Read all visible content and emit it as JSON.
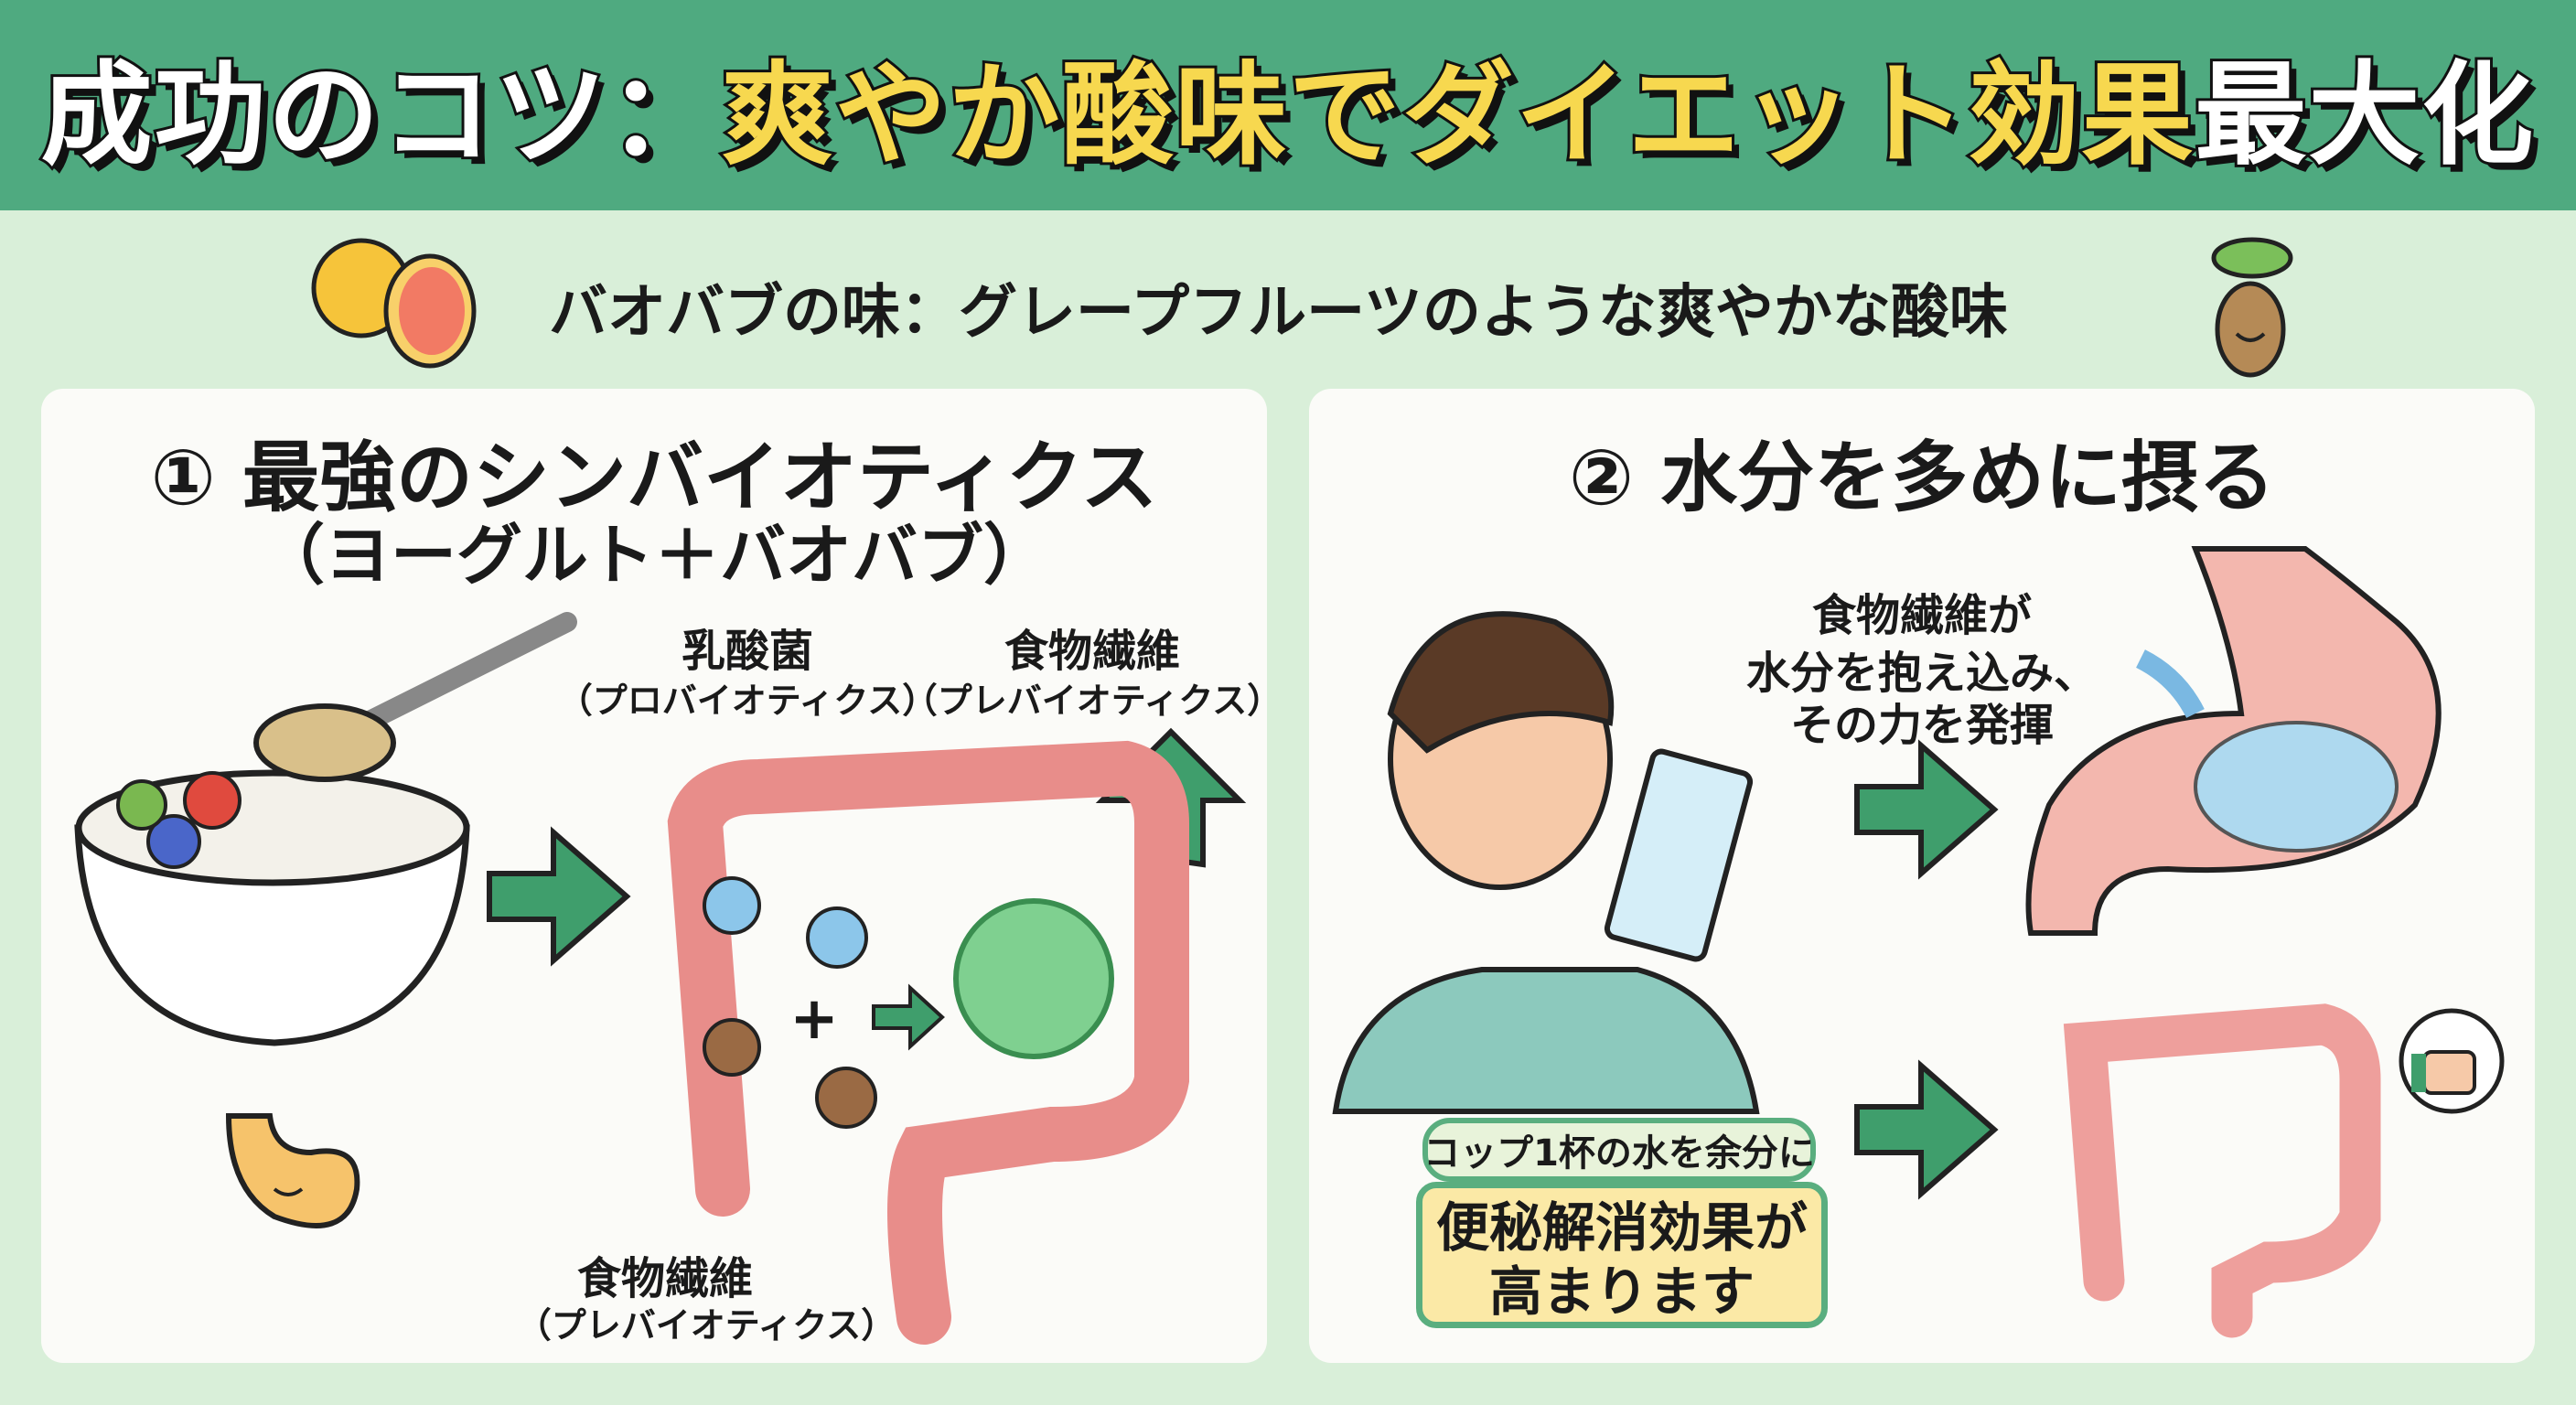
{
  "header": {
    "title_prefix": "成功のコツ：",
    "title_highlight": "爽やか酸味でダイエット効果",
    "title_suffix": "最大化"
  },
  "subtitle": "バオバブの味：グレープフルーツのような爽やかな酸味",
  "panel1": {
    "title": "① 最強のシンバイオティクス",
    "subtitle": "（ヨーグルト＋バオバブ）",
    "label_probiotic": "乳酸菌",
    "label_probiotic_sub": "（プロバイオティクス）",
    "label_fiber": "食物繊維",
    "label_fiber_sub": "（プレバイオティクス）",
    "label_fiber_bottom": "食物繊維",
    "label_fiber_bottom_sub": "（プレバイオティクス）",
    "plus": "+"
  },
  "panel2": {
    "title": "② 水分を多めに摂る",
    "fiber_note": [
      "食物繊維が",
      "水分を抱え込み、",
      "その力を発揮"
    ],
    "callout_top": "コップ1杯の水を余分に",
    "callout_main": [
      "便秘解消効果が",
      "高まります"
    ]
  },
  "colors": {
    "header_bg": "#4faa80",
    "background": "#d9efd9",
    "title_highlight": "#f7d84f",
    "arrow": "#3f9e6c",
    "callout_bg": "#fbe9a6"
  }
}
